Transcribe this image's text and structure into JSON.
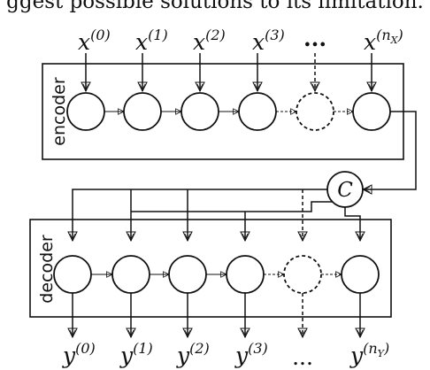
{
  "header_text": "ggest possible solutions to its limitation.",
  "encoder": {
    "label": "encoder",
    "inputs": [
      {
        "base": "x",
        "sup": "(0)",
        "sub": "",
        "sup_end": ""
      },
      {
        "base": "x",
        "sup": "(1)",
        "sub": "",
        "sup_end": ""
      },
      {
        "base": "x",
        "sup": "(2)",
        "sub": "",
        "sup_end": ""
      },
      {
        "base": "x",
        "sup": "(3)",
        "sub": "",
        "sup_end": ""
      },
      {
        "base": "...",
        "sup": "",
        "sub": "",
        "sup_end": ""
      },
      {
        "base": "x",
        "sup": "(n",
        "sub": "X",
        "sup_end": ")"
      }
    ]
  },
  "context": {
    "label": "C"
  },
  "decoder": {
    "label": "decoder",
    "outputs": [
      {
        "base": "y",
        "sup": "(0)",
        "sub": "",
        "sup_end": ""
      },
      {
        "base": "y",
        "sup": "(1)",
        "sub": "",
        "sup_end": ""
      },
      {
        "base": "y",
        "sup": "(2)",
        "sub": "",
        "sup_end": ""
      },
      {
        "base": "y",
        "sup": "(3)",
        "sub": "",
        "sup_end": ""
      },
      {
        "base": "...",
        "sup": "",
        "sub": "",
        "sup_end": ""
      },
      {
        "base": "y",
        "sup": "(n",
        "sub": "Y",
        "sup_end": ")"
      }
    ]
  }
}
